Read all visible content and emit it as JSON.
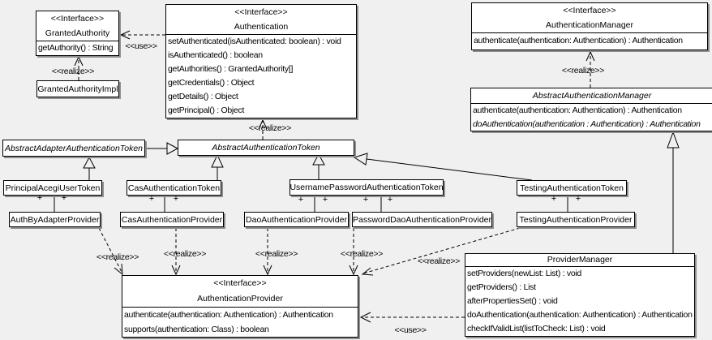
{
  "diagram": "UML class diagram - authentication framework",
  "colors": {
    "background": "#f0f0f0",
    "box_fill": "#ffffff",
    "box_border": "#000000",
    "box_shadow": "#8f8f8f",
    "line": "#000000"
  },
  "labels": {
    "use": "<<use>>",
    "realize": "<<realize>>",
    "plus": "+"
  },
  "classes": {
    "granted_authority": {
      "stereotype": "<<Interface>>",
      "name": "GrantedAuthority",
      "methods": [
        "getAuthority() : String"
      ]
    },
    "granted_authority_impl": {
      "name": "GrantedAuthorityImpl"
    },
    "authentication": {
      "stereotype": "<<Interface>>",
      "name": "Authentication",
      "methods": [
        "setAuthenticated(isAuthenticated: boolean) : void",
        "isAuthenticated() : boolean",
        "getAuthorities() : GrantedAuthority[]",
        "getCredentials() : Object",
        "getDetails() : Object",
        "getPrincipal() : Object"
      ]
    },
    "authentication_manager": {
      "stereotype": "<<Interface>>",
      "name": "AuthenticationManager",
      "methods": [
        "authenticate(authentication: Authentication) : Authentication"
      ]
    },
    "abstract_authentication_manager": {
      "name": "AbstractAuthenticationManager",
      "methods": [
        "authenticate(authentication: Authentication) : Authentication",
        "doAuthentication(authentication : Authentication) : Authentication"
      ]
    },
    "abstract_adapter_authentication_token": {
      "name": "AbstractAdapterAuthenticationToken"
    },
    "abstract_authentication_token": {
      "name": "AbstractAuthenticationToken"
    },
    "principal_acegi_user_token": {
      "name": "PrincipalAcegiUserToken"
    },
    "cas_authentication_token": {
      "name": "CasAuthenticationToken"
    },
    "username_password_authentication_token": {
      "name": "UsernamePasswordAuthenticationToken"
    },
    "testing_authentication_token": {
      "name": "TestingAuthenticationToken"
    },
    "auth_by_adapter_provider": {
      "name": "AuthByAdapterProvider"
    },
    "cas_authentication_provider": {
      "name": "CasAuthenticationProvider"
    },
    "dao_authentication_provider": {
      "name": "DaoAuthenticationProvider"
    },
    "password_dao_authentication_provider": {
      "name": "PasswordDaoAuthenticationProvider"
    },
    "testing_authentication_provider": {
      "name": "TestingAuthenticationProvider"
    },
    "authentication_provider": {
      "stereotype": "<<Interface>>",
      "name": "AuthenticationProvider",
      "methods": [
        "authenticate(authentication: Authentication) : Authentication",
        "supports(authentication: Class) : boolean"
      ]
    },
    "provider_manager": {
      "name": "ProviderManager",
      "methods": [
        "setProviders(newList: List) : void",
        "getProviders() : List",
        "afterPropertiesSet() : void",
        "doAuthentication(authentication: Authentication) : Authentication",
        "checkIfValidList(listToCheck: List) : void"
      ]
    }
  }
}
